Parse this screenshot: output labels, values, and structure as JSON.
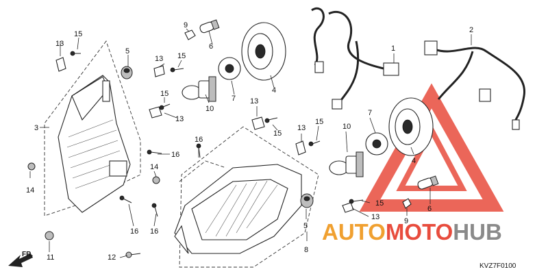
{
  "callouts": [
    "1",
    "2",
    "3",
    "4",
    "4",
    "5",
    "5",
    "6",
    "6",
    "7",
    "7",
    "8",
    "9",
    "9",
    "10",
    "10",
    "11",
    "12",
    "13",
    "13",
    "13",
    "13",
    "13",
    "13",
    "13",
    "14",
    "14",
    "15",
    "15",
    "15",
    "15",
    "15",
    "16",
    "16",
    "16",
    "16"
  ],
  "direction_label": "FR.",
  "diagram_code": "KVZ7F0100",
  "watermark": {
    "part1": "AUTO",
    "part2": "MOTO",
    "part3": "HUB",
    "color_orange": "#f0a030",
    "color_red": "#e84c3d",
    "color_grey": "#8a8a8a"
  }
}
